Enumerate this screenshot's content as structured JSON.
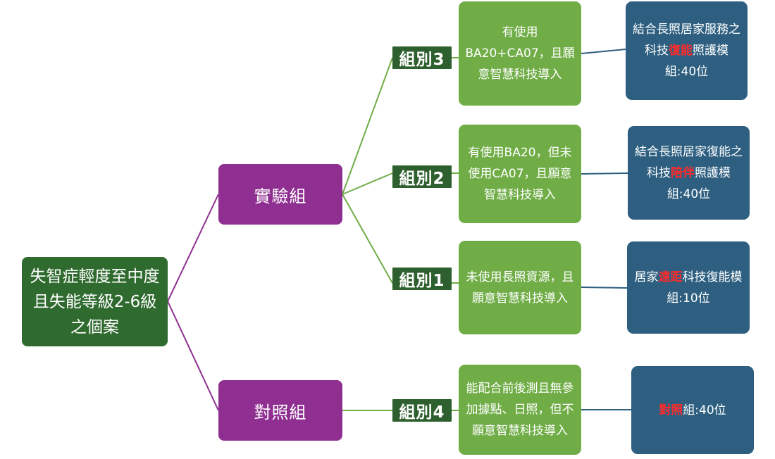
{
  "root": {
    "label": "失智症輕度至中度且失能等級2-6級之個案"
  },
  "branches": {
    "experimental": {
      "label": "實驗組"
    },
    "control": {
      "label": "對照組"
    }
  },
  "groups": [
    {
      "tag": "組別3",
      "condition": "有使用BA20+CA07，且願意智慧科技導入",
      "result": {
        "pre": "結合長照居家服務之科技",
        "highlight": "復能",
        "post": "照護模組:40位"
      }
    },
    {
      "tag": "組別2",
      "condition": "有使用BA20，但未使用CA07，且願意智慧科技導入",
      "result": {
        "pre": "結合長照居家復能之科技",
        "highlight": "陪伴",
        "post": "照護模組:40位"
      }
    },
    {
      "tag": "組別1",
      "condition": "未使用長照資源，且願意智慧科技導入",
      "result": {
        "pre": "居家",
        "highlight": "遠距",
        "post": "科技復能模組:10位"
      }
    },
    {
      "tag": "組別4",
      "condition": "能配合前後測且無參加據點、日照，但不願意智慧科技導入",
      "result": {
        "pre": "",
        "highlight": "對照",
        "post": "組:40位"
      }
    }
  ],
  "colors": {
    "root": "#2f6a2f",
    "branch": "#8e2f91",
    "tag": "#2e5f2e",
    "condition": "#70ad47",
    "result": "#2e5f80",
    "highlight": "#ff2b2b",
    "line_purple": "#8e2f91",
    "line_green": "#70ad47",
    "line_blue": "#2e5f80"
  }
}
